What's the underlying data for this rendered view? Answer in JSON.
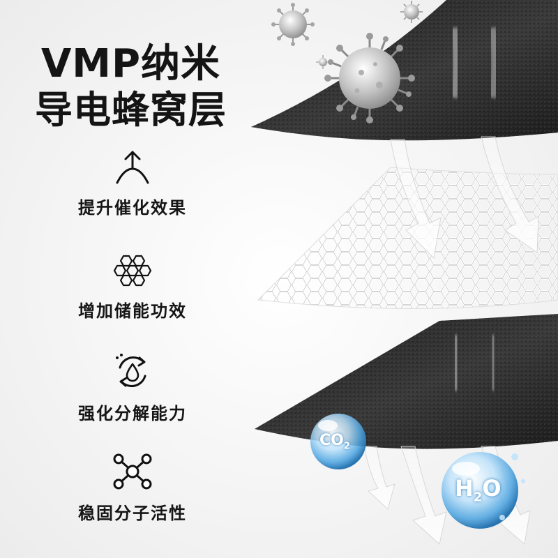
{
  "title": {
    "line1": "VMP纳米",
    "line2": "导电蜂窝层"
  },
  "features": [
    {
      "label": "提升催化效果",
      "icon": "upward-arrow-icon"
    },
    {
      "label": "增加储能功效",
      "icon": "honeycomb-icon"
    },
    {
      "label": "强化分解能力",
      "icon": "water-drop-cycle-icon"
    },
    {
      "label": "稳固分子活性",
      "icon": "molecule-icon"
    }
  ],
  "molecules": {
    "co2": {
      "prefix": "CO",
      "subscript": "2"
    },
    "h2o": {
      "prefix": "H",
      "subscript": "2",
      "suffix": "O"
    }
  },
  "colors": {
    "background": "#f7f7f7",
    "filter_dark": "#2b2b2b",
    "mesh": "#ffffff",
    "bubble": "#4aa3e0",
    "text": "#141414"
  }
}
